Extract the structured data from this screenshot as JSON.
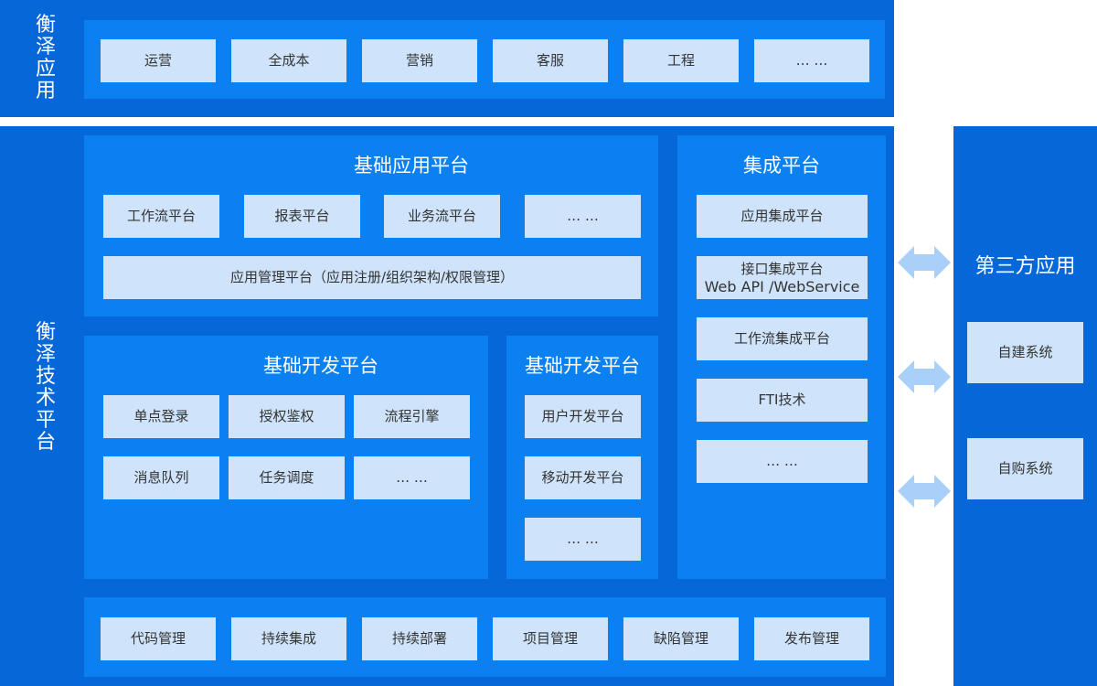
{
  "colors": {
    "band": "#0668d8",
    "panel": "#0b80f0",
    "box": "#cfe4fa",
    "arrow": "#a9d0f8",
    "text": "#333333"
  },
  "top_band": {
    "label": "衡泽应用",
    "items": [
      "运营",
      "全成本",
      "营销",
      "客服",
      "工程",
      "… …"
    ]
  },
  "tech_band": {
    "label": "衡泽技术平台"
  },
  "basic_app_platform": {
    "title": "基础应用平台",
    "items": [
      "工作流平台",
      "报表平台",
      "业务流平台",
      "… …"
    ],
    "wide_item": "应用管理平台（应用注册/组织架构/权限管理）"
  },
  "basic_dev_platform_left": {
    "title": "基础开发平台",
    "items": [
      "单点登录",
      "授权鉴权",
      "流程引擎",
      "消息队列",
      "任务调度",
      "… …"
    ]
  },
  "basic_dev_platform_right": {
    "title": "基础开发平台",
    "items": [
      "用户开发平台",
      "移动开发平台",
      "… …"
    ]
  },
  "integration_platform": {
    "title": "集成平台",
    "items": [
      "应用集成平台",
      "接口集成平台",
      "工作流集成平台",
      "FTI技术",
      "… …"
    ],
    "item2_line2": "Web API /WebService"
  },
  "third_party": {
    "title": "第三方应用",
    "items": [
      "自建系统",
      "自购系统"
    ]
  },
  "devops": {
    "items": [
      "代码管理",
      "持续集成",
      "持续部署",
      "项目管理",
      "缺陷管理",
      "发布管理"
    ]
  },
  "icons": {
    "arrow": "double-arrow-icon"
  }
}
